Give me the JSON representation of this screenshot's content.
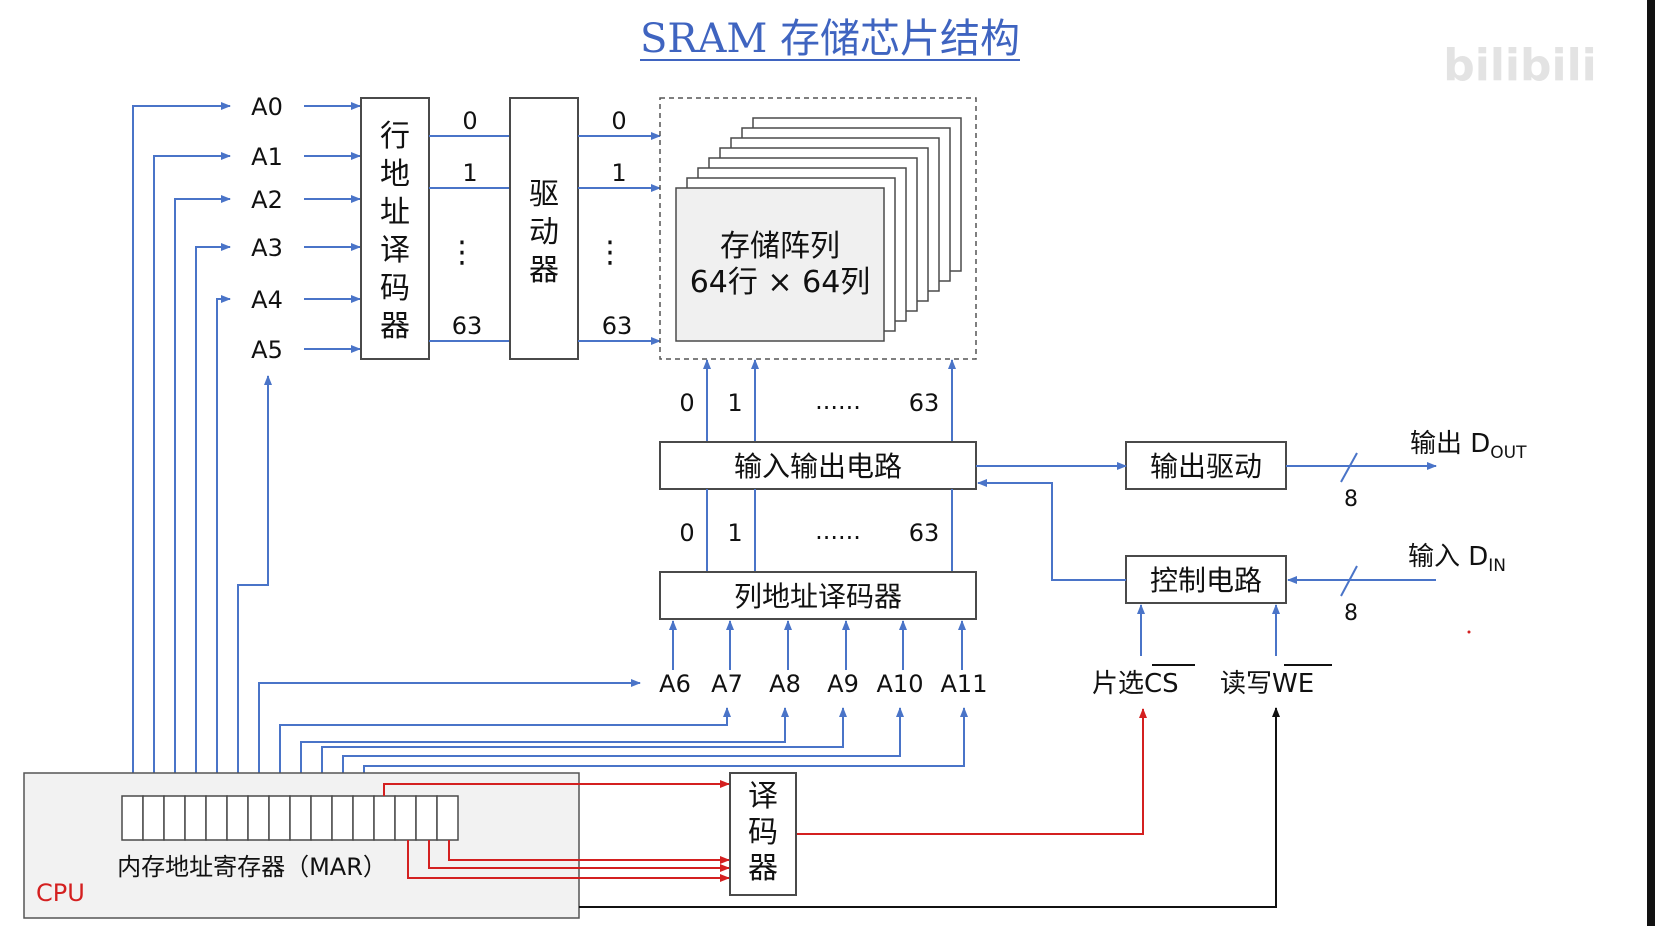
{
  "title": "SRAM 存储芯片结构",
  "watermark": "bilibili",
  "row_address_pins": [
    "A0",
    "A1",
    "A2",
    "A3",
    "A4",
    "A5"
  ],
  "row_decoder": {
    "label": "行地址译码器"
  },
  "row_lines": {
    "first": "0",
    "second": "1",
    "ellipsis": "⋮",
    "last": "63"
  },
  "driver": {
    "label": "驱动器"
  },
  "memory_array": {
    "line1": "存储阵列",
    "line2": "64行 × 64列"
  },
  "column_lines_top": {
    "first": "0",
    "second": "1",
    "ellipsis": "......",
    "last": "63"
  },
  "io_circuit": {
    "label": "输入输出电路"
  },
  "column_lines_bottom": {
    "first": "0",
    "second": "1",
    "ellipsis": "......",
    "last": "63"
  },
  "column_decoder": {
    "label": "列地址译码器"
  },
  "column_address_pins": [
    "A6",
    "A7",
    "A8",
    "A9",
    "A10",
    "A11"
  ],
  "output_driver": {
    "label": "输出驱动"
  },
  "output": {
    "label": "输出 D",
    "sub": "OUT",
    "width": "8"
  },
  "control_circuit": {
    "label": "控制电路"
  },
  "input": {
    "label": "输入 D",
    "sub": "IN",
    "width": "8"
  },
  "chip_select": {
    "label": "片选",
    "signal": "CS"
  },
  "read_write": {
    "label": "读写",
    "signal": "WE"
  },
  "decoder": {
    "label": "译码器"
  },
  "mar": {
    "label": "内存地址寄存器（MAR）"
  },
  "cpu": {
    "label": "CPU"
  },
  "colors": {
    "wire": "#4a74c8",
    "box_stroke": "#4a4a4a",
    "red": "#d42020",
    "black": "#111111",
    "title": "#3f64c0",
    "cpu_text": "#d42020"
  }
}
